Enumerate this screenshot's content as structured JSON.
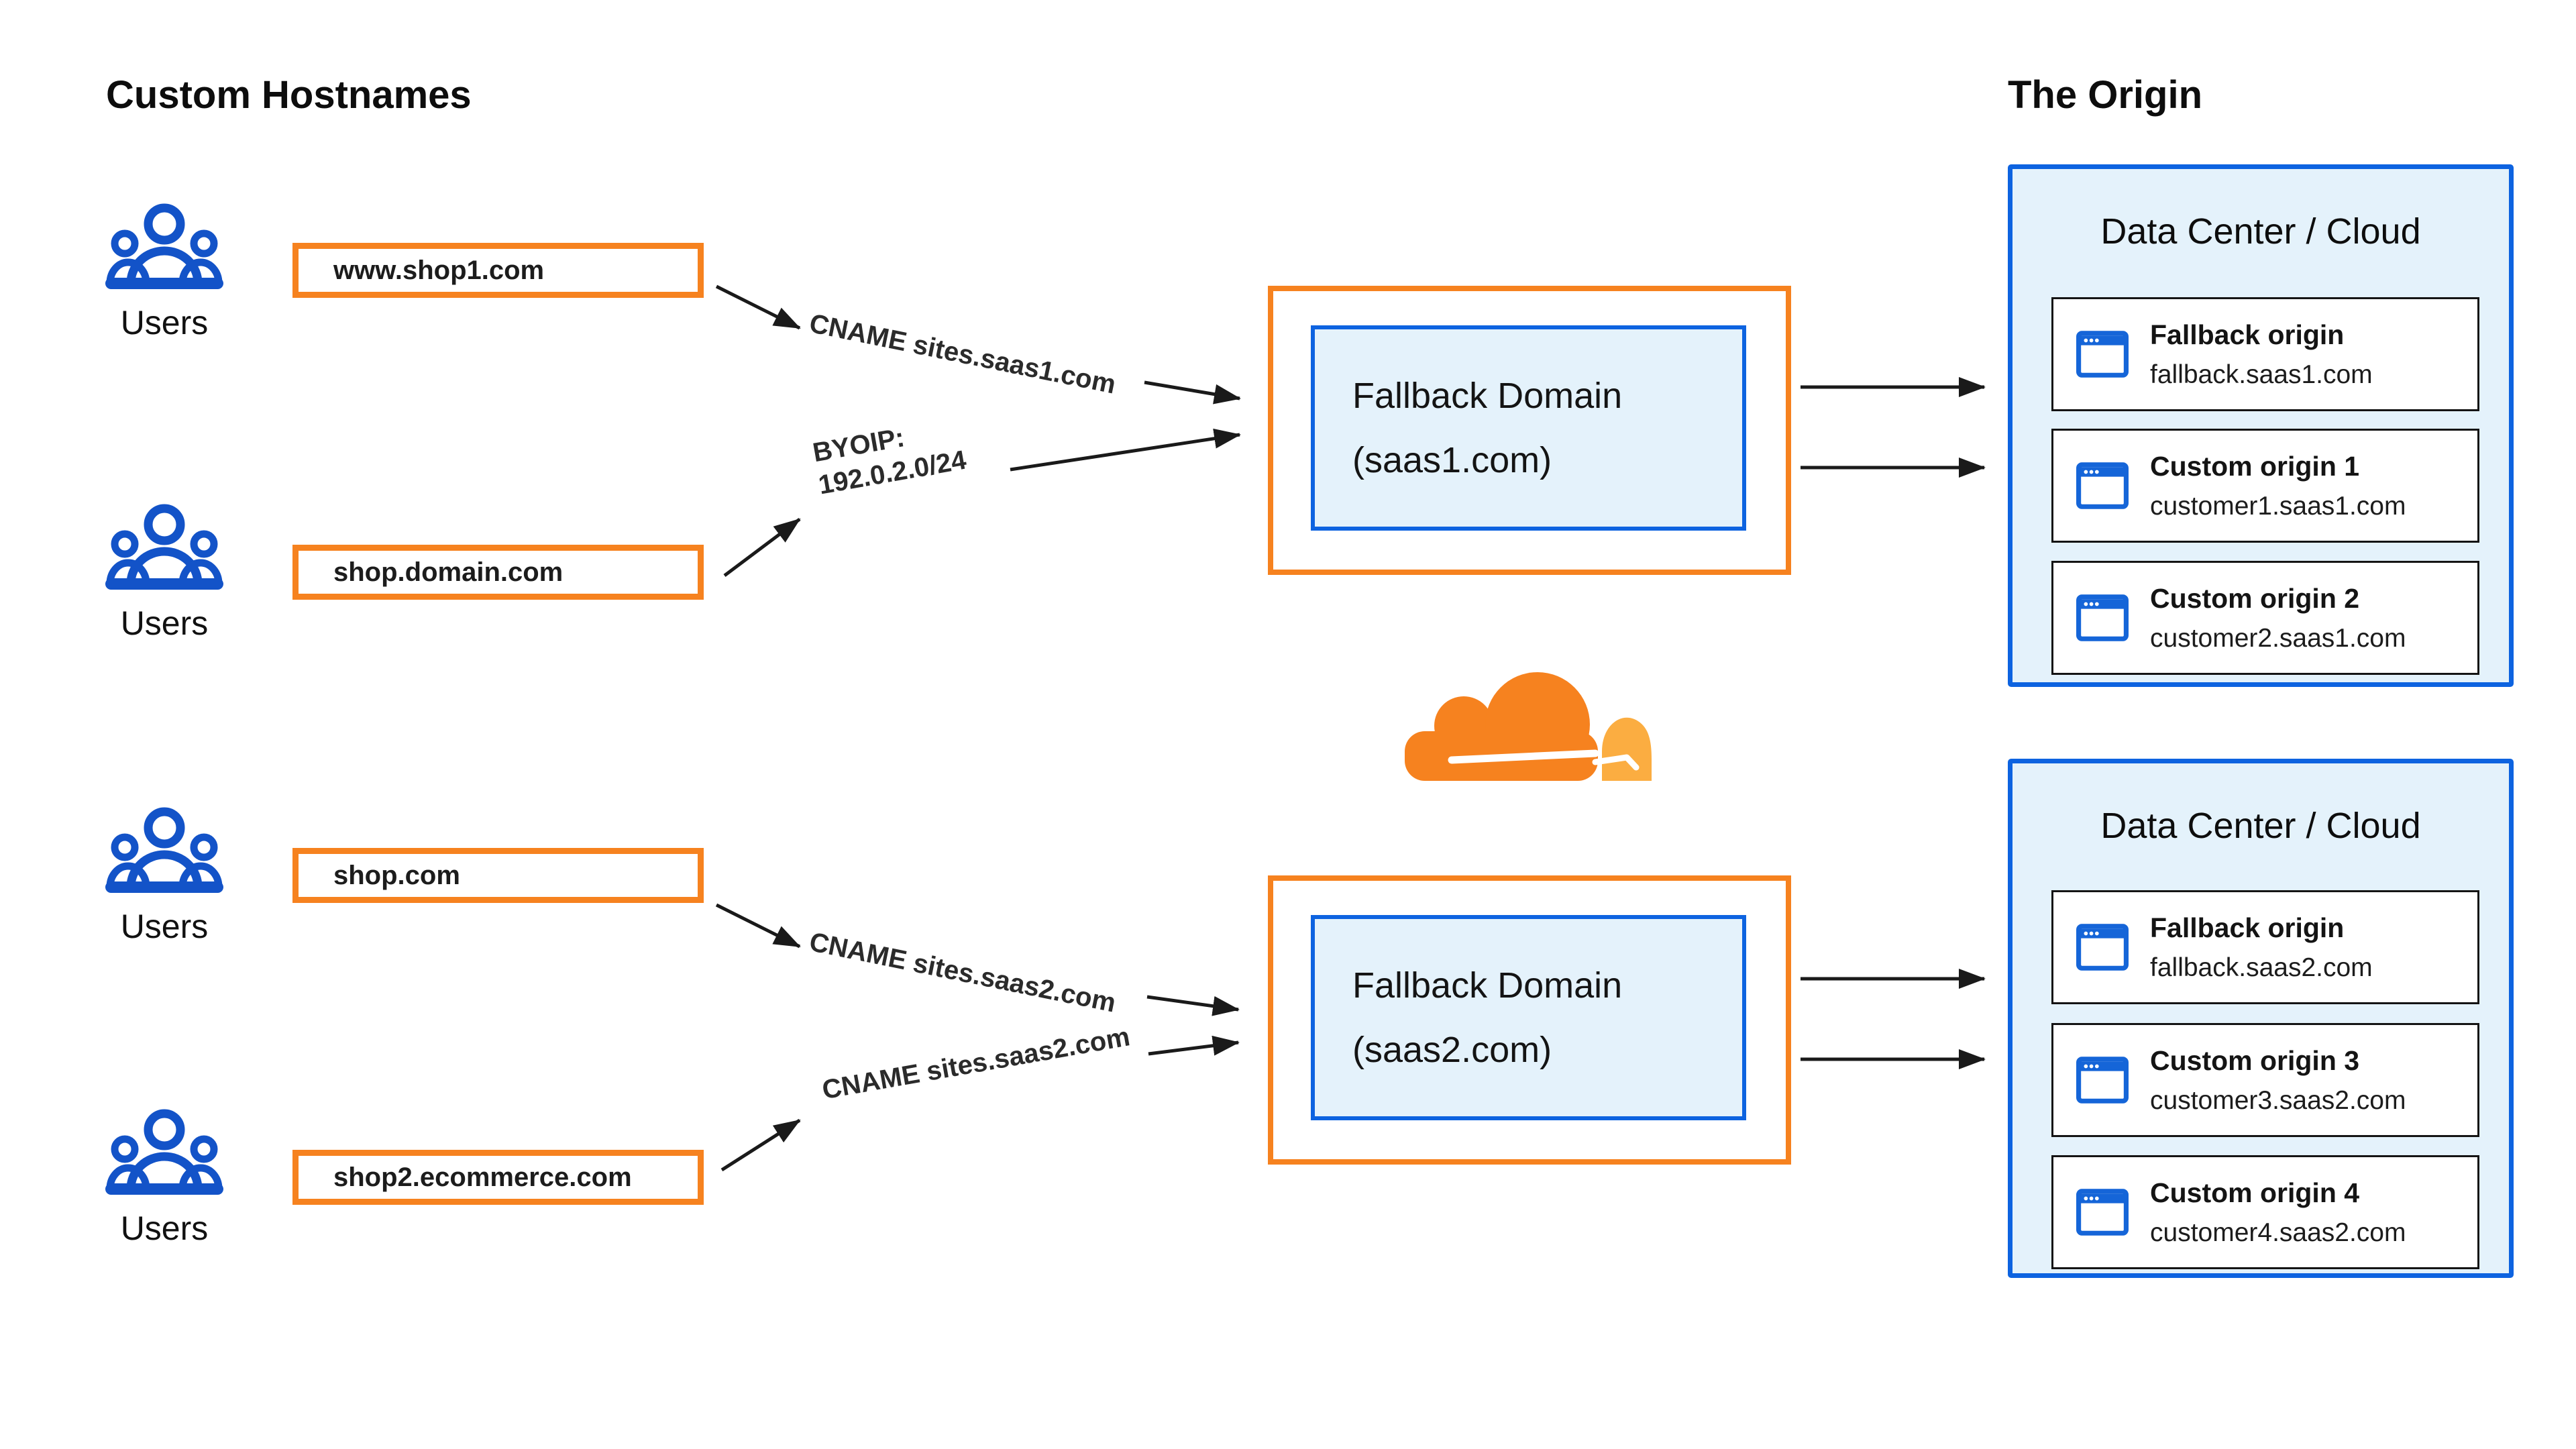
{
  "colors": {
    "orange": "#F6821F",
    "cloudflare_orange": "#F6821F",
    "cloudflare_light_orange": "#FBAD41",
    "blue_border": "#0D63E0",
    "users_icon_blue": "#1353C8",
    "light_blue_fill": "#E4F2FB",
    "arrow_black": "#1A1A1A"
  },
  "left": {
    "title": "Custom Hostnames",
    "groups": [
      {
        "icon": "users-icon",
        "label": "Users",
        "hostname": "www.shop1.com"
      },
      {
        "icon": "users-icon",
        "label": "Users",
        "hostname": "shop.domain.com"
      },
      {
        "icon": "users-icon",
        "label": "Users",
        "hostname": "shop.com"
      },
      {
        "icon": "users-icon",
        "label": "Users",
        "hostname": "shop2.ecommerce.com"
      }
    ]
  },
  "connections": {
    "cname_saas1": "CNAME sites.saas1.com",
    "byoip_line1": "BYOIP:",
    "byoip_line2": "192.0.2.0/24",
    "cname_saas2_upper": "CNAME sites.saas2.com",
    "cname_saas2_lower": "CNAME sites.saas2.com"
  },
  "fallback_domains": [
    {
      "line1": "Fallback Domain",
      "line2": "(saas1.com)"
    },
    {
      "line1": "Fallback Domain",
      "line2": "(saas2.com)"
    }
  ],
  "logo": {
    "name": "cloudflare-logo"
  },
  "right": {
    "title": "The Origin",
    "data_centers": [
      {
        "title": "Data Center / Cloud",
        "origins": [
          {
            "icon": "browser-window-icon",
            "name": "Fallback origin",
            "host": "fallback.saas1.com"
          },
          {
            "icon": "browser-window-icon",
            "name": "Custom origin 1",
            "host": "customer1.saas1.com"
          },
          {
            "icon": "browser-window-icon",
            "name": "Custom origin 2",
            "host": "customer2.saas1.com"
          }
        ]
      },
      {
        "title": "Data Center / Cloud",
        "origins": [
          {
            "icon": "browser-window-icon",
            "name": "Fallback origin",
            "host": "fallback.saas2.com"
          },
          {
            "icon": "browser-window-icon",
            "name": "Custom origin 3",
            "host": "customer3.saas2.com"
          },
          {
            "icon": "browser-window-icon",
            "name": "Custom origin 4",
            "host": "customer4.saas2.com"
          }
        ]
      }
    ]
  }
}
